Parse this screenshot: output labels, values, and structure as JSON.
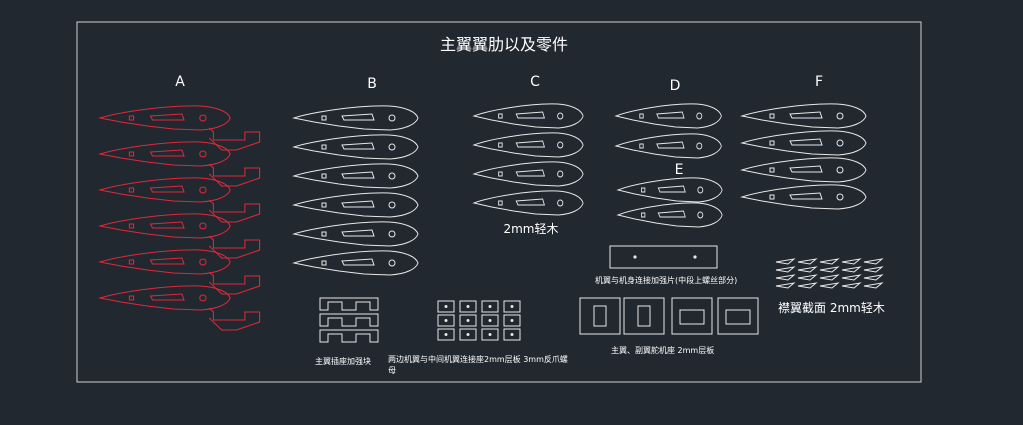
{
  "drawing": {
    "title": "主翼翼肋以及零件",
    "columns": [
      {
        "key": "a",
        "label": "A",
        "count": 6,
        "color": "#e0283a"
      },
      {
        "key": "b",
        "label": "B",
        "count": 6,
        "color": "#e8e8e8"
      },
      {
        "key": "c",
        "label": "C",
        "count": 4,
        "color": "#e8e8e8"
      },
      {
        "key": "d",
        "label": "D",
        "count": 2,
        "color": "#e8e8e8"
      },
      {
        "key": "e",
        "label": "E",
        "count": 2,
        "color": "#e8e8e8"
      },
      {
        "key": "f",
        "label": "F",
        "count": 4,
        "color": "#e8e8e8"
      }
    ],
    "notes": {
      "c_material": "2mm轻木",
      "flap_section": "襟翼截面 2mm轻木",
      "wing_body_plate": "机翼与机身连接加强片(中段上螺丝部分)",
      "spar_seat": "主翼插座加强块",
      "wing_joint_line1": "两边机翼与中间机翼连接座2mm层板 3mm反爪螺",
      "wing_joint_line2": "母",
      "servo_seat": "主翼、副翼舵机座 2mm层板"
    },
    "colors": {
      "background": "#212830",
      "line": "#e8e8e8",
      "accent": "#e0283a"
    }
  }
}
